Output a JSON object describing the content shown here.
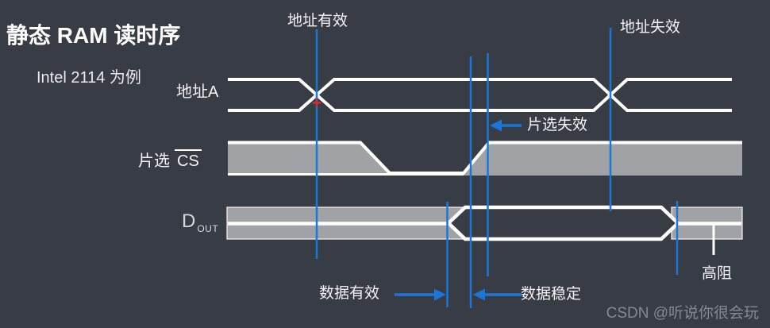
{
  "header": {
    "title": "静态 RAM 读时序",
    "subtitle": "Intel 2114 为例"
  },
  "signals": [
    {
      "id": "address",
      "label": "地址A"
    },
    {
      "id": "chip_select",
      "label_prefix": "片选",
      "label_signal": "CS",
      "overline": true
    },
    {
      "id": "data_out",
      "label": "D",
      "label_subscript": "OUT"
    }
  ],
  "annotations": {
    "address_valid": "地址有效",
    "address_invalid": "地址失效",
    "chip_select_invalid": "片选失效",
    "data_valid": "数据有效",
    "data_stable": "数据稳定",
    "high_impedance": "高阻"
  },
  "watermark": "CSDN @听说你很会玩",
  "colors": {
    "background": "#383c44",
    "waveform_white": "#ffffff",
    "bus_gray": "#a0a2a6",
    "accent_blue": "#1a76d8",
    "marker_red": "#d03030",
    "watermark_gray": "#8d939b"
  }
}
